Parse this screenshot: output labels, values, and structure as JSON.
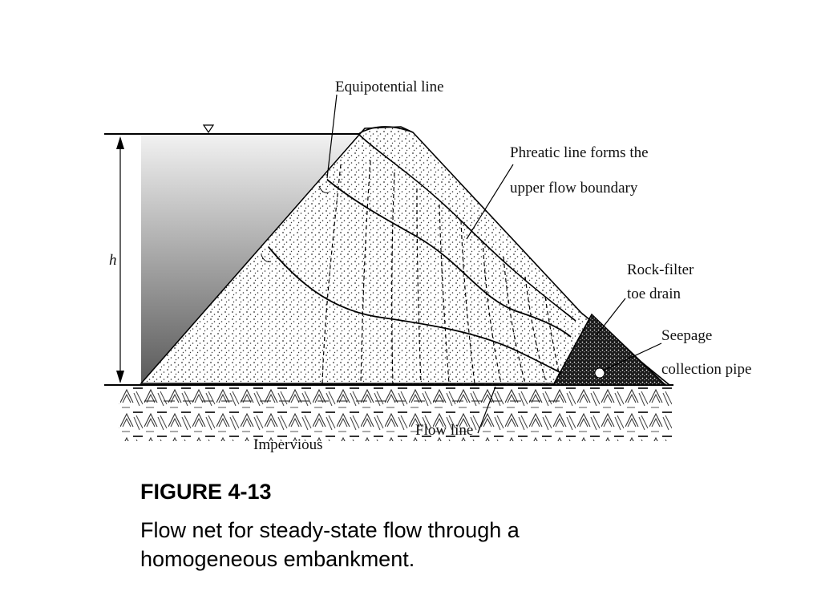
{
  "diagram": {
    "labels": {
      "equipotential_line": "Equipotential line",
      "phreatic_line_1": "Phreatic line forms the",
      "phreatic_line_2": "upper flow boundary",
      "rock_filter_1": "Rock-filter",
      "rock_filter_2": "toe drain",
      "seepage_1": "Seepage",
      "seepage_2": "collection pipe",
      "head": "h",
      "flow_line": "Flow line",
      "impervious": "Impervious"
    }
  },
  "caption": {
    "figure_number": "FIGURE 4-13",
    "text": "Flow net for steady-state flow through a homogeneous embankment."
  }
}
